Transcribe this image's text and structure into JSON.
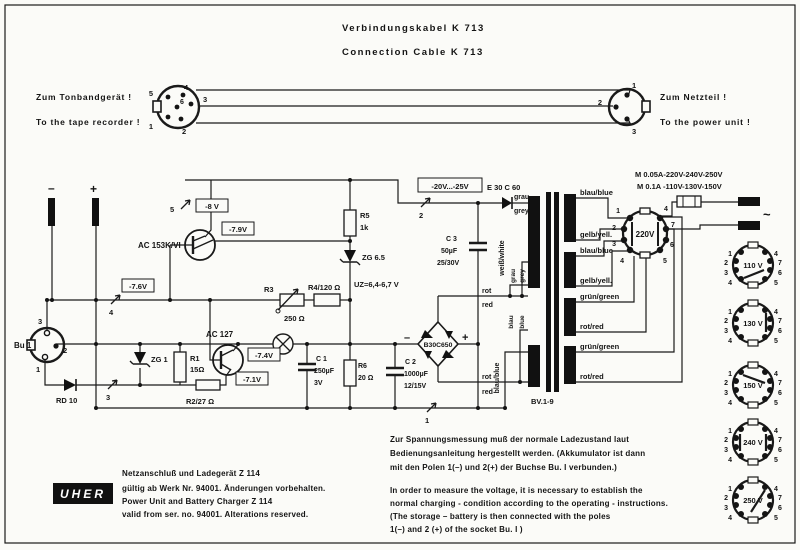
{
  "title": {
    "de": "Verbindungskabel  K 713",
    "en": "Connection Cable   K 713"
  },
  "cable": {
    "left_label_de": "Zum Tonbandgerät !",
    "left_label_en": "To the tape recorder !",
    "right_label_de": "Zum Netzteil !",
    "right_label_en": "To the power unit !",
    "left_pins": {
      "p1": "1",
      "p2": "2",
      "p3": "3",
      "p4": "4",
      "p5": "5",
      "p6": "6"
    },
    "right_pins": {
      "p1": "1",
      "p2": "2",
      "p3": "3"
    }
  },
  "battery": {
    "minus": "–",
    "plus": "+"
  },
  "bu1": {
    "label": "Bu 1",
    "p1": "1",
    "p2": "2",
    "p3": "3"
  },
  "parts": {
    "rd10": "RD 10",
    "zg1": "ZG 1",
    "r1": "R1",
    "r1v": "15Ω",
    "r2": "R2/27 Ω",
    "ac127": "AC 127",
    "ac153": "AC 153K/VI",
    "r3": "R3",
    "r3v": "250 Ω",
    "r4": "R4/120 Ω",
    "r5": "R5",
    "r5v": "1k",
    "zg65": "ZG 6.5",
    "uz": "UZ=6,4-6,7 V",
    "r6": "R6",
    "r6v": "20 Ω",
    "c1": "C 1",
    "c1v": "250µF",
    "c1u": "3V",
    "c2": "C 2",
    "c2v": "1000µF",
    "c2u": "12/15V",
    "c3": "C 3",
    "c3v": "50µF",
    "c3u": "25/30V",
    "bridge": "B30C650",
    "bridge_minus": "–",
    "bridge_plus": "+",
    "e30": "E 30 C 60",
    "bv": "BV.1-9"
  },
  "volt_boxes": {
    "v8": "-8 V",
    "v79": "-7.9V",
    "v76": "-7.6V",
    "v74": "-7.4V",
    "v71": "-7.1V",
    "v2025": "-20V...-25V"
  },
  "tp": {
    "t1": "1",
    "t2": "2",
    "t3": "3",
    "t4": "4",
    "t5": "5"
  },
  "colors": {
    "grau": "grau",
    "grey": "grey",
    "weiss": "weiß/white",
    "blau": "blau",
    "blue": "blue",
    "blaublue": "blau/blue",
    "w1": "blau/blue",
    "w2": "gelb/yell.",
    "w3": "blau/blue",
    "w4": "gelb/yell.",
    "w5": "grün/green",
    "w6": "rot/red",
    "w7": "grün/green",
    "w8": "rot/red",
    "rot": "rot",
    "red": "red"
  },
  "mains": {
    "m1": "M 0.05A-220V-240V-250V",
    "m2": "M 0.1A -110V-130V-150V",
    "ac": "~"
  },
  "selector": {
    "v": "220V",
    "l1": "1",
    "l2": "2",
    "l3": "3",
    "l4": "4",
    "r4": "4",
    "r7": "7",
    "r6": "6",
    "r5": "5"
  },
  "plugs": [
    {
      "v": "110 V",
      "l1": "1",
      "l2": "2",
      "l3": "3",
      "l4": "4",
      "r4": "4",
      "r7": "7",
      "r6": "6",
      "r5": "5"
    },
    {
      "v": "130 V",
      "l1": "1",
      "l2": "2",
      "l3": "3",
      "l4": "4",
      "r4": "4",
      "r7": "7",
      "r6": "6",
      "r5": "5"
    },
    {
      "v": "150 V",
      "l1": "1",
      "l2": "2",
      "l3": "3",
      "l4": "4",
      "r4": "4",
      "r7": "7",
      "r6": "6",
      "r5": "5"
    },
    {
      "v": "240 V",
      "l1": "1",
      "l2": "2",
      "l3": "3",
      "l4": "4",
      "r4": "4",
      "r7": "7",
      "r6": "6",
      "r5": "5"
    },
    {
      "v": "250 V",
      "l1": "1",
      "l2": "2",
      "l3": "3",
      "l4": "4",
      "r4": "4",
      "r7": "7",
      "r6": "6",
      "r5": "5"
    }
  ],
  "footer": {
    "logo": "UHER",
    "l1": "Netzanschluß und  Ladegerät Z 114",
    "l2": "gültig ab Werk Nr. 94001. Änderungen vorbehalten.",
    "l3": "Power Unit and Battery Charger Z 114",
    "l4": "valid from  ser. no. 94001. Alterations reserved."
  },
  "notes": {
    "de1": "Zur Spannungsmessung muß der normale Ladezustand laut",
    "de2": "Bedienungsanleitung hergestellt werden. (Akkumulator ist dann",
    "de3": "mit den Polen 1(–) und 2(+) der Buchse Bu. I verbunden.)",
    "en1": "In order to measure the voltage, it is necessary to establish the",
    "en2": "normal charging - condition according to the operating - instructions.",
    "en3": "(The storage – battery is then connected with the poles",
    "en4": "1(–) and 2 (+) of the socket  Bu. I )"
  }
}
